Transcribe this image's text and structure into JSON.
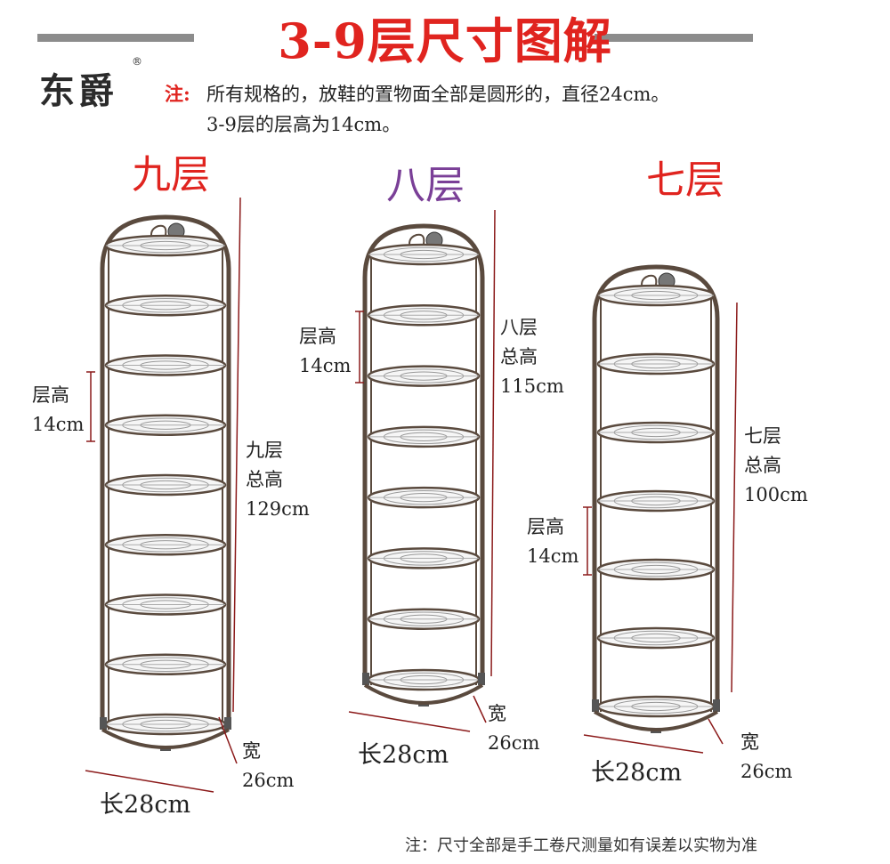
{
  "title": "3-9层尺寸图解",
  "brand": {
    "name": "东爵",
    "registered": "®"
  },
  "note": {
    "label": "注:",
    "line1": "所有规格的，放鞋的置物面全部是圆形的，直径24cm。",
    "line2": "3-9层的层高为14cm。"
  },
  "racks": [
    {
      "level_label": "九层",
      "level_color": "#e0241f",
      "layer_label": "层高",
      "layer_value": "14cm",
      "total_l1": "九层",
      "total_l2": "总高",
      "total_value": "129cm",
      "width_label": "宽",
      "width_value": "26cm",
      "length_label": "长28cm"
    },
    {
      "level_label": "八层",
      "level_color": "#7a3f97",
      "layer_label": "层高",
      "layer_value": "14cm",
      "total_l1": "八层",
      "total_l2": "总高",
      "total_value": "115cm",
      "width_label": "宽",
      "width_value": "26cm",
      "length_label": "长28cm"
    },
    {
      "level_label": "七层",
      "level_color": "#e0241f",
      "layer_label": "层高",
      "layer_value": "14cm",
      "total_l1": "七层",
      "total_l2": "总高",
      "total_value": "100cm",
      "width_label": "宽",
      "width_value": "26cm",
      "length_label": "长28cm"
    }
  ],
  "footer": "注：尺寸全部是手工卷尺测量如有误差以实物为准",
  "colors": {
    "title": "#e0241f",
    "frame": "#5a4a3e",
    "rule": "#8c8c8c",
    "dim_line": "#8b1a1a"
  }
}
